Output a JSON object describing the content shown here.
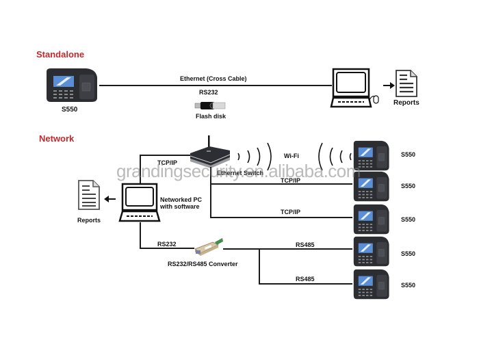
{
  "sections": {
    "standalone": "Standalone",
    "network": "Network"
  },
  "standalone": {
    "device_label": "S550",
    "link_top_label": "Ethernet  (Cross Cable)",
    "link_bottom_label": "RS232",
    "flash_label": "Flash disk",
    "reports_label": "Reports"
  },
  "network": {
    "reports_label": "Reports",
    "pc_label_line1": "Networked PC",
    "pc_label_line2": "with software",
    "tcpip_pc_label": "TCP/IP",
    "switch_label": "Ethernet Switch",
    "wifi_label": "Wi-Fi",
    "link_labels": [
      "TCP/IP",
      "TCP/IP"
    ],
    "rs232_label": "RS232",
    "converter_label": "RS232/RS485 Converter",
    "rs485_labels": [
      "RS485",
      "RS485"
    ],
    "devices": [
      "S550",
      "S550",
      "S550",
      "S550",
      "S550"
    ]
  },
  "watermark": "grandingsecurity.en.alibaba.com",
  "colors": {
    "section_title": "#c0282d",
    "line": "#1a1a1a",
    "device_body": "#2b2d31"
  }
}
